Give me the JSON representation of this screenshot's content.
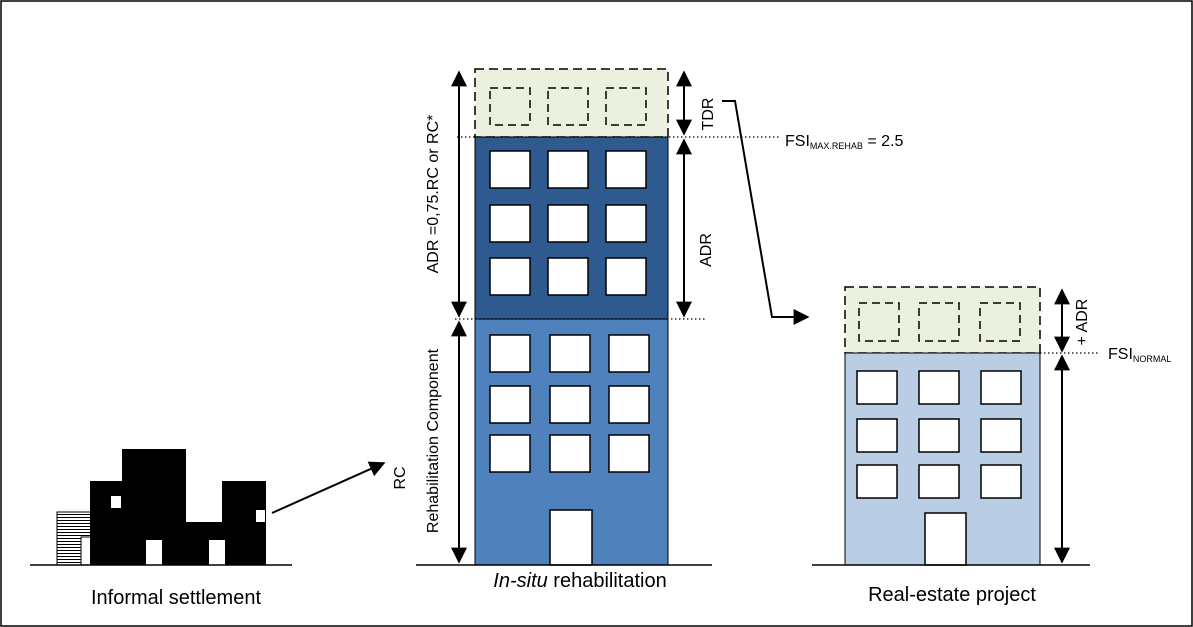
{
  "captions": {
    "informal": "Informal settlement",
    "insitu_italic": "In-situ",
    "insitu_rest": " rehabilitation",
    "realestate": "Real-estate project"
  },
  "annotations": {
    "tdr": "TDR",
    "adr": "ADR",
    "adr_formula": "ADR =0,75.RC or RC*",
    "rehab_component": "Rehabilitation Component",
    "rc": "RC",
    "plus_adr": "+ ADR",
    "fsi_max_main": "FSI",
    "fsi_max_sub": "MAX.REHAB",
    "fsi_max_value": " = 2.5",
    "fsi_normal_main": "FSI",
    "fsi_normal_sub": "NORMAL"
  },
  "colors": {
    "tdr_block": "#ebf1de",
    "adr_block": "#2f5a8f",
    "rehab_block": "#4f81bd",
    "realestate_block": "#b9cde5",
    "settlement": "#000000",
    "border": "#000000"
  }
}
